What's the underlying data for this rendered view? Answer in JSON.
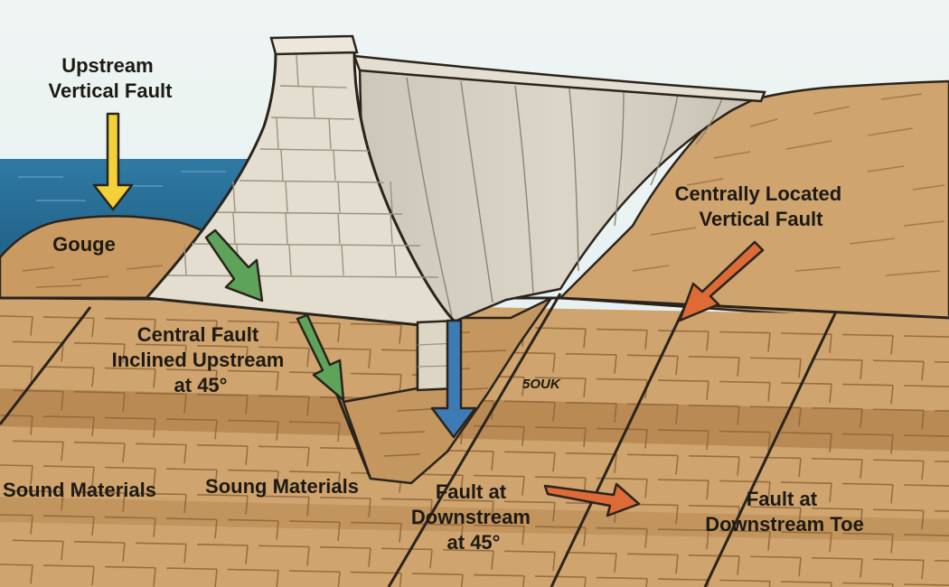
{
  "labels": {
    "upstream_vertical_fault": [
      "Upstream",
      "Vertical Fault"
    ],
    "gouge": "Gouge",
    "central_fault_inclined": [
      "Central Fault",
      "Inclined Upstream",
      "at 45°"
    ],
    "centrally_located_vertical_fault": [
      "Centrally Located",
      "Vertical Fault"
    ],
    "sound_materials": "Sound Materials",
    "soung_materials": "Soung Materials",
    "fault_at_downstream_45": [
      "Fault at",
      "Downstream",
      "at 45°"
    ],
    "fault_at_downstream_toe": [
      "Fault at",
      "Downstream Toe"
    ],
    "rock_marking": "5OUK"
  },
  "colors": {
    "sky": "#e9f3f4",
    "water": "#2a6e96",
    "rock": "#cfa46e",
    "rock_dark": "#b2814c",
    "rock_band": "#a97b4c",
    "concrete": "#e4ded0",
    "concrete_shade": "#cfc9bb",
    "outline": "#2a241c",
    "arrow_yellow": "#f2d13a",
    "arrow_green": "#5ea35a",
    "arrow_blue": "#3d7bb5",
    "arrow_orange": "#dd6a37"
  }
}
